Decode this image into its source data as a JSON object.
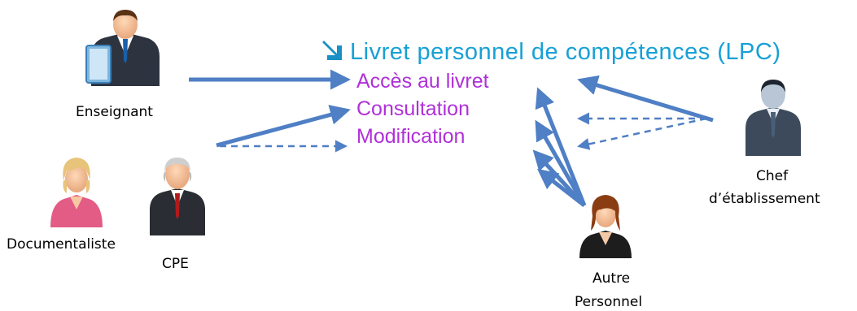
{
  "title": "Livret personnel de compétences (LPC)",
  "actions": [
    "Accès au livret",
    "Consultation",
    "Modification"
  ],
  "actors": {
    "enseignant": "Enseignant",
    "documentaliste": "Documentaliste",
    "cpe": "CPE",
    "chef_line1": "Chef",
    "chef_line2": "d’établissement",
    "autre_line1": "Autre",
    "autre_line2": "Personnel"
  },
  "colors": {
    "title": "#17a0d6",
    "actions": "#b030d8",
    "arrows": "#4f7fc4"
  },
  "icons": [
    "teacher-icon",
    "documentalist-icon",
    "cpe-icon",
    "chef-icon",
    "autre-personnel-icon",
    "arrow-corner-icon"
  ]
}
